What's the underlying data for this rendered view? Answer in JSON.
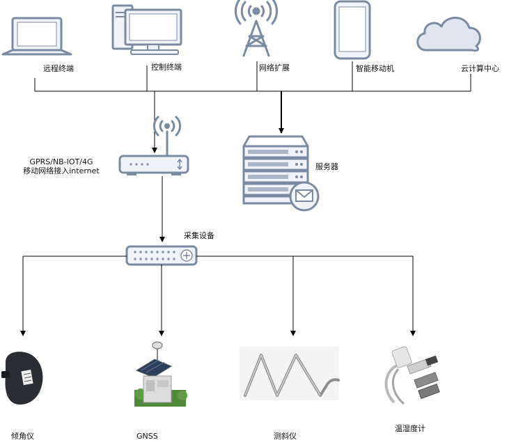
{
  "top_devices": [
    {
      "id": "remote",
      "label": "远程终端",
      "icon": "laptop-icon"
    },
    {
      "id": "control",
      "label": "控制终端",
      "icon": "desktop-computer-icon"
    },
    {
      "id": "network",
      "label": "网络扩展",
      "icon": "antenna-tower-icon"
    },
    {
      "id": "mobile",
      "label": "智能移动机",
      "icon": "smartphone-icon"
    },
    {
      "id": "cloud",
      "label": "云计算中心",
      "icon": "cloud-icon"
    }
  ],
  "router": {
    "label_line1": "GPRS/NB-IOT/4G",
    "label_line2": "移动网络接入internet",
    "icon": "wireless-router-icon"
  },
  "server": {
    "label": "服务器",
    "icon": "server-rack-icon"
  },
  "collector": {
    "label": "采集设备",
    "icon": "network-switch-icon"
  },
  "sensors": [
    {
      "id": "tilt",
      "label": "倾角仪",
      "icon": "inclinometer-icon"
    },
    {
      "id": "gnss",
      "label": "GNSS",
      "icon": "gnss-station-icon"
    },
    {
      "id": "incl",
      "label": "测斜仪",
      "icon": "inclinometer-probe-icon"
    },
    {
      "id": "th",
      "label": "温湿度计",
      "icon": "temperature-humidity-sensor-icon"
    }
  ],
  "colors": {
    "icon_fill": "#f0f4fa",
    "icon_stroke": "#7a8aa0",
    "line": "#000000",
    "server_stripe": "#a9b6c8"
  }
}
